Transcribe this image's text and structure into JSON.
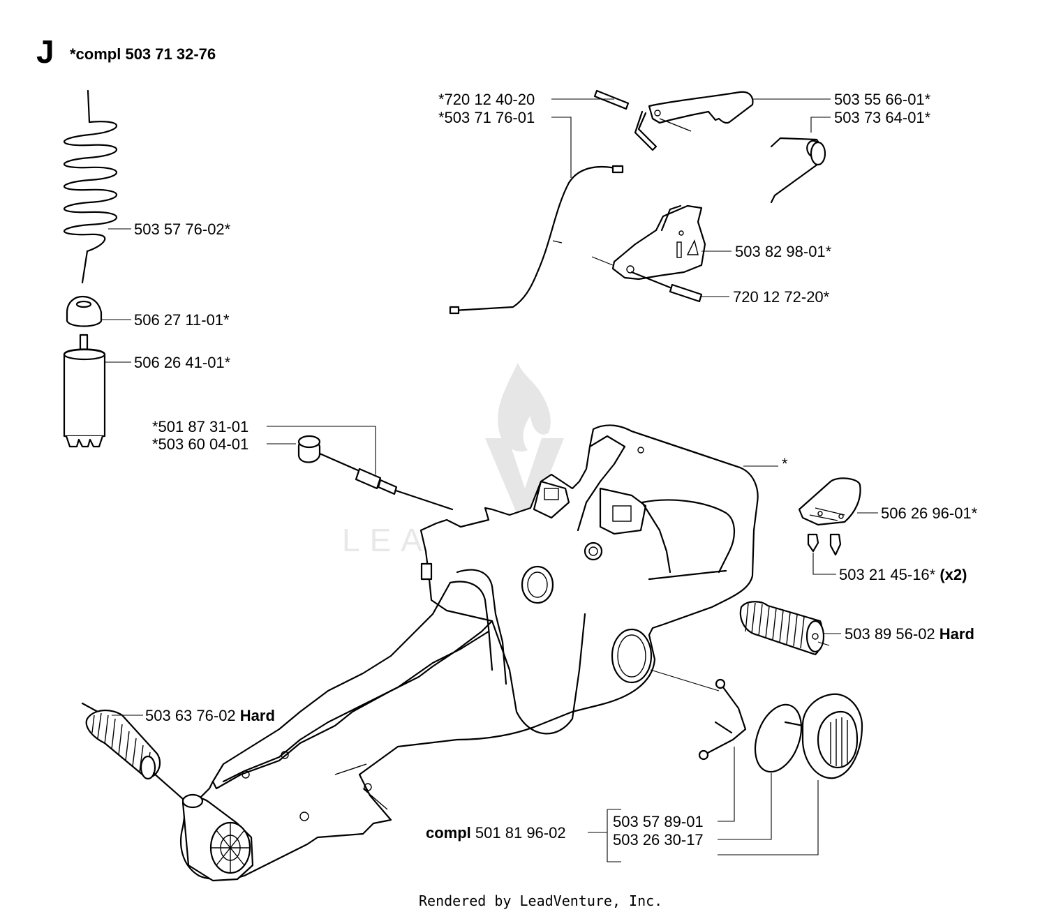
{
  "header": {
    "section_letter": "J",
    "assembly_ref": "*compl 503 71 32-76"
  },
  "watermark": {
    "text": "LEADVENTURE"
  },
  "labels": {
    "fuel_hose": "503 57 76-02*",
    "filter_cap": "506 27 11-01*",
    "fuel_filter": "506 26 41-01*",
    "pin_top": "*720 12 40-20",
    "throttle_rod": "*503 71 76-01",
    "throttle_trigger": "503 55 66-01*",
    "trigger_spring": "503 73 64-01*",
    "lockout": "503 82 98-01*",
    "pin_lockout": "720 12 72-20*",
    "choke_rod": "*501 87 31-01",
    "grommet": "*503 60 04-01",
    "handle": "*",
    "guard_plate": "506 26 96-01*",
    "screw_num": "503 21 45-16*",
    "screw_qty": "(x2)",
    "av_rear_num": "503 89 56-02",
    "av_rear_hard": "Hard",
    "av_front_num": "503 63 76-02",
    "av_front_hard": "Hard",
    "cap_compl_word": "compl",
    "cap_compl_num": "501 81 96-02",
    "cap_strap": "503 57 89-01",
    "cap_oring": "503 26 30-17"
  },
  "footer": {
    "text": "Rendered by LeadVenture, Inc."
  }
}
